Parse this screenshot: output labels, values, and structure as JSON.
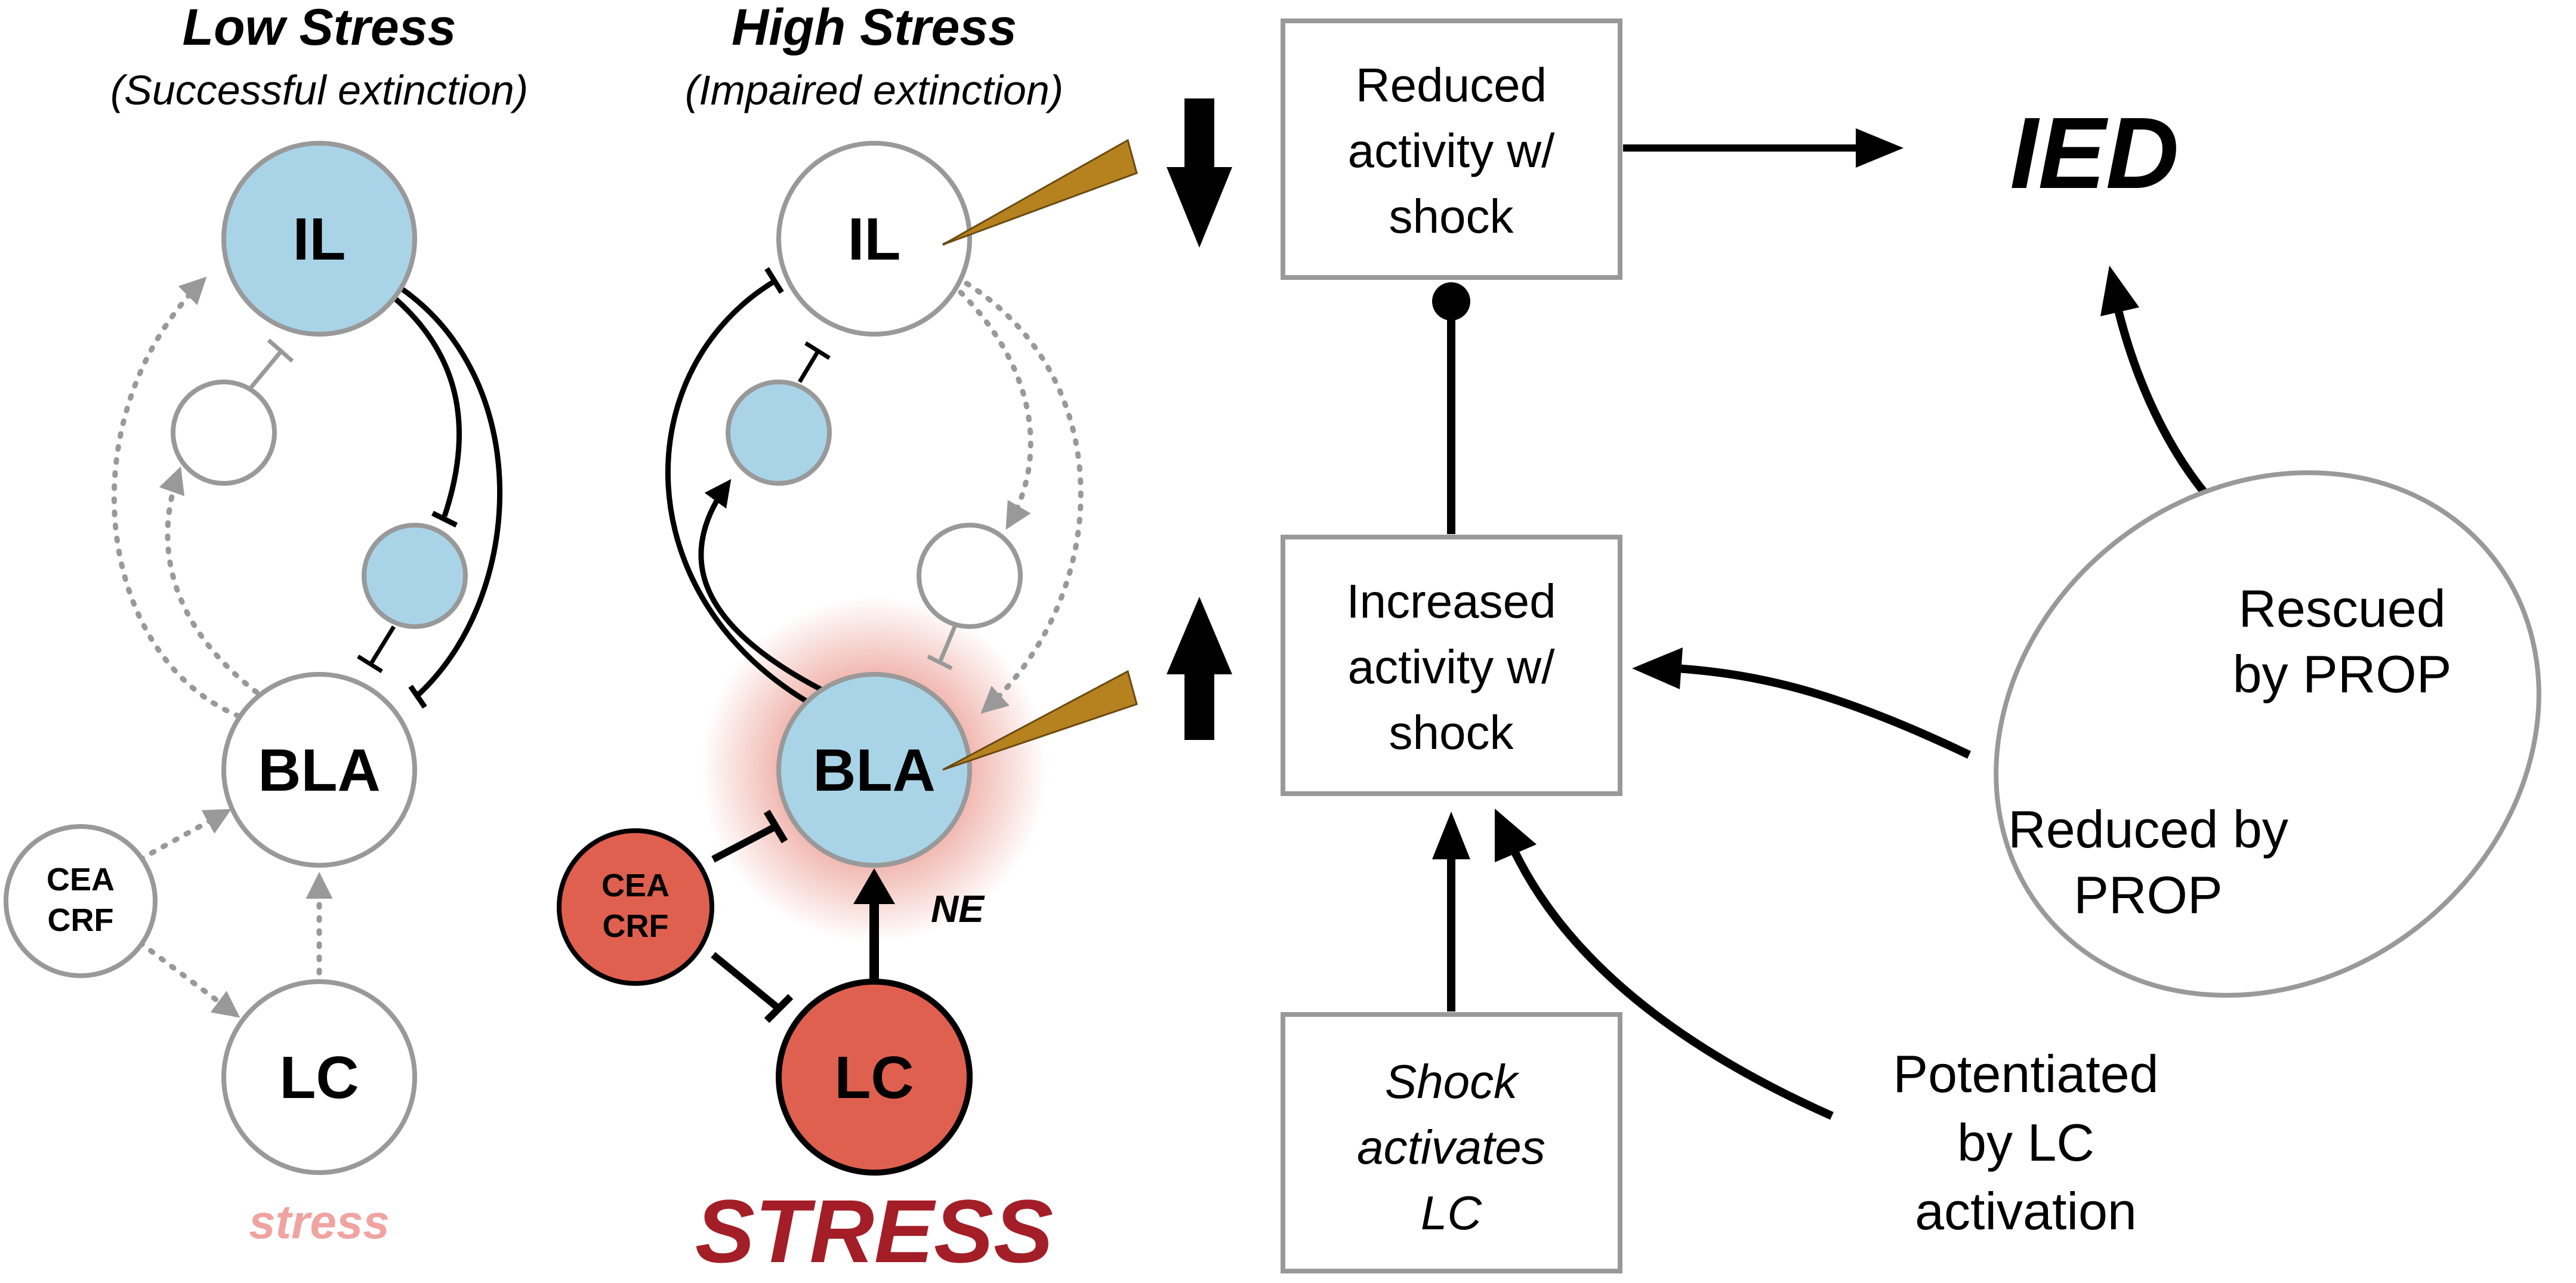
{
  "colors": {
    "blue_node": "#a9d4e8",
    "red_node": "#e0604f",
    "gray_stroke": "#999999",
    "electrode": "#b5821f",
    "stress_light": "#f0a3a0",
    "stress_dark": "#a31e27"
  },
  "low_stress": {
    "title": "Low Stress",
    "subtitle": "(Successful extinction)",
    "nodes": {
      "il": "IL",
      "bla": "BLA",
      "lc": "LC",
      "cea": "CEA",
      "crf": "CRF"
    },
    "footer": "stress"
  },
  "high_stress": {
    "title": "High Stress",
    "subtitle": "(Impaired extinction)",
    "nodes": {
      "il": "IL",
      "bla": "BLA",
      "lc": "LC",
      "cea": "CEA",
      "crf": "CRF"
    },
    "ne_label": "NE",
    "footer": "STRESS"
  },
  "flow": {
    "reduced_box": [
      "Reduced",
      "activity w/",
      "shock"
    ],
    "increased_box": [
      "Increased",
      "activity w/",
      "shock"
    ],
    "shock_box": [
      "Shock",
      "activates",
      "LC"
    ],
    "ied": "IED",
    "rescued": [
      "Rescued",
      "by PROP"
    ],
    "reduced_by": [
      "Reduced by",
      "PROP"
    ],
    "potentiated": [
      "Potentiated",
      "by LC",
      "activation"
    ]
  }
}
